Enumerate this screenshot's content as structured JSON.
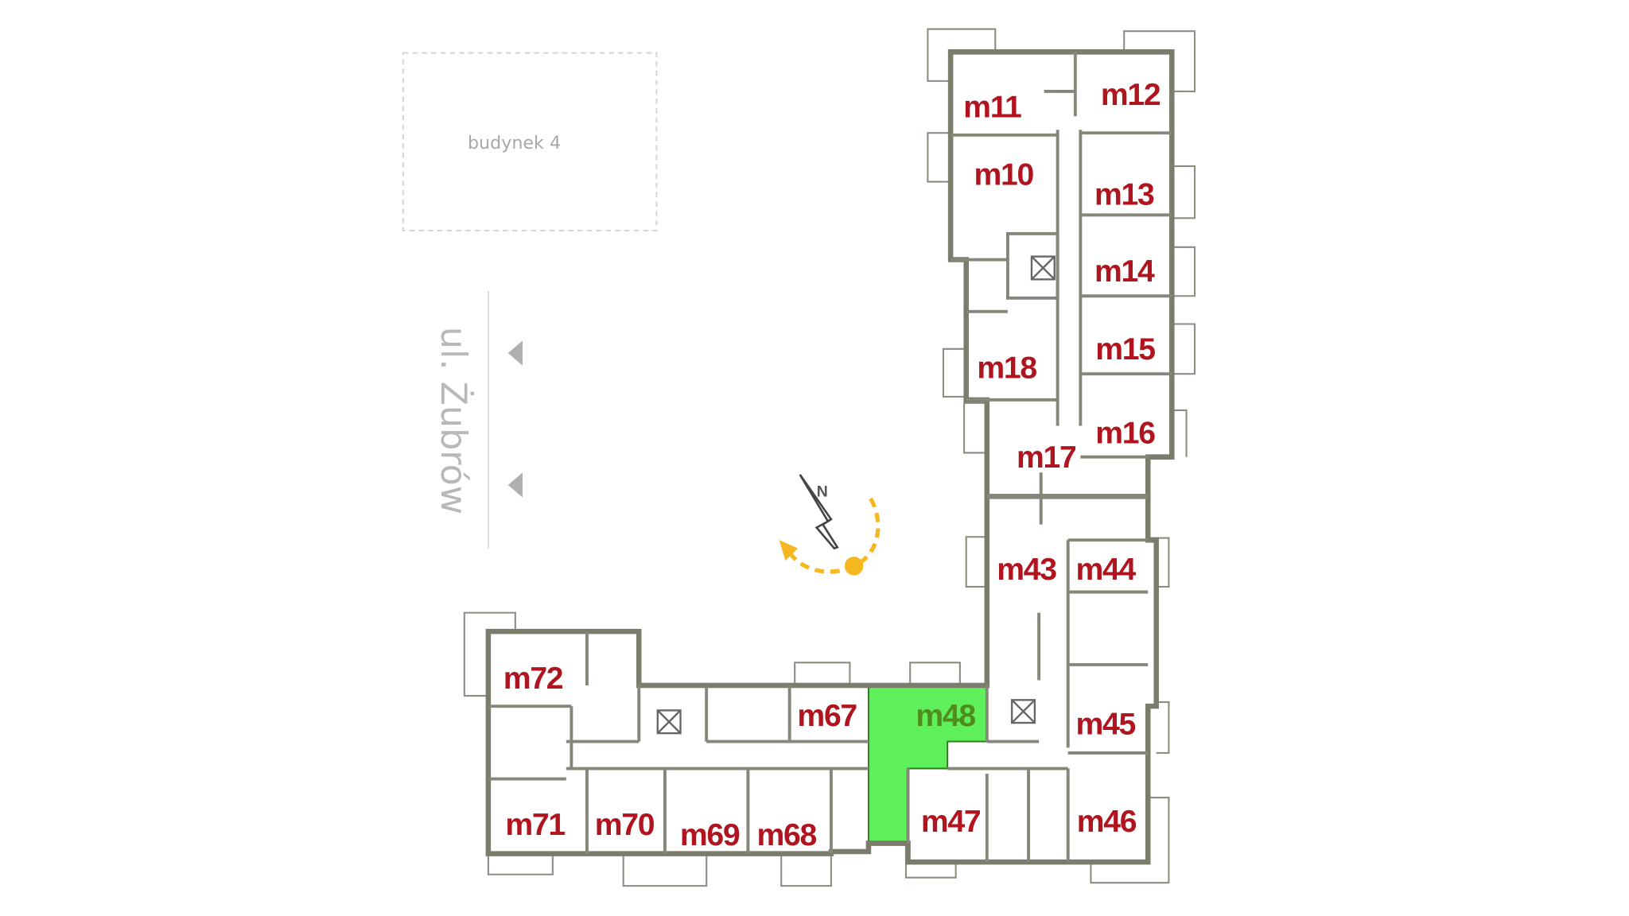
{
  "neighbor_building": {
    "label": "budynek 4"
  },
  "street": {
    "label": "ul. Żubrów"
  },
  "compass": {
    "label": "N"
  },
  "colors": {
    "unit_label": "#b0141e",
    "selected_fill": "#5ef05a",
    "selected_label": "#4e8c1c",
    "walls": "#7c7c6c",
    "sun_path": "#f5b820"
  },
  "selected_unit": "m48",
  "units": [
    {
      "label": "m11"
    },
    {
      "label": "m12"
    },
    {
      "label": "m10"
    },
    {
      "label": "m13"
    },
    {
      "label": "m14"
    },
    {
      "label": "m15"
    },
    {
      "label": "m18"
    },
    {
      "label": "m16"
    },
    {
      "label": "m17"
    },
    {
      "label": "m43"
    },
    {
      "label": "m44"
    },
    {
      "label": "m72"
    },
    {
      "label": "m67"
    },
    {
      "label": "m48"
    },
    {
      "label": "m45"
    },
    {
      "label": "m71"
    },
    {
      "label": "m70"
    },
    {
      "label": "m69"
    },
    {
      "label": "m68"
    },
    {
      "label": "m47"
    },
    {
      "label": "m46"
    }
  ]
}
